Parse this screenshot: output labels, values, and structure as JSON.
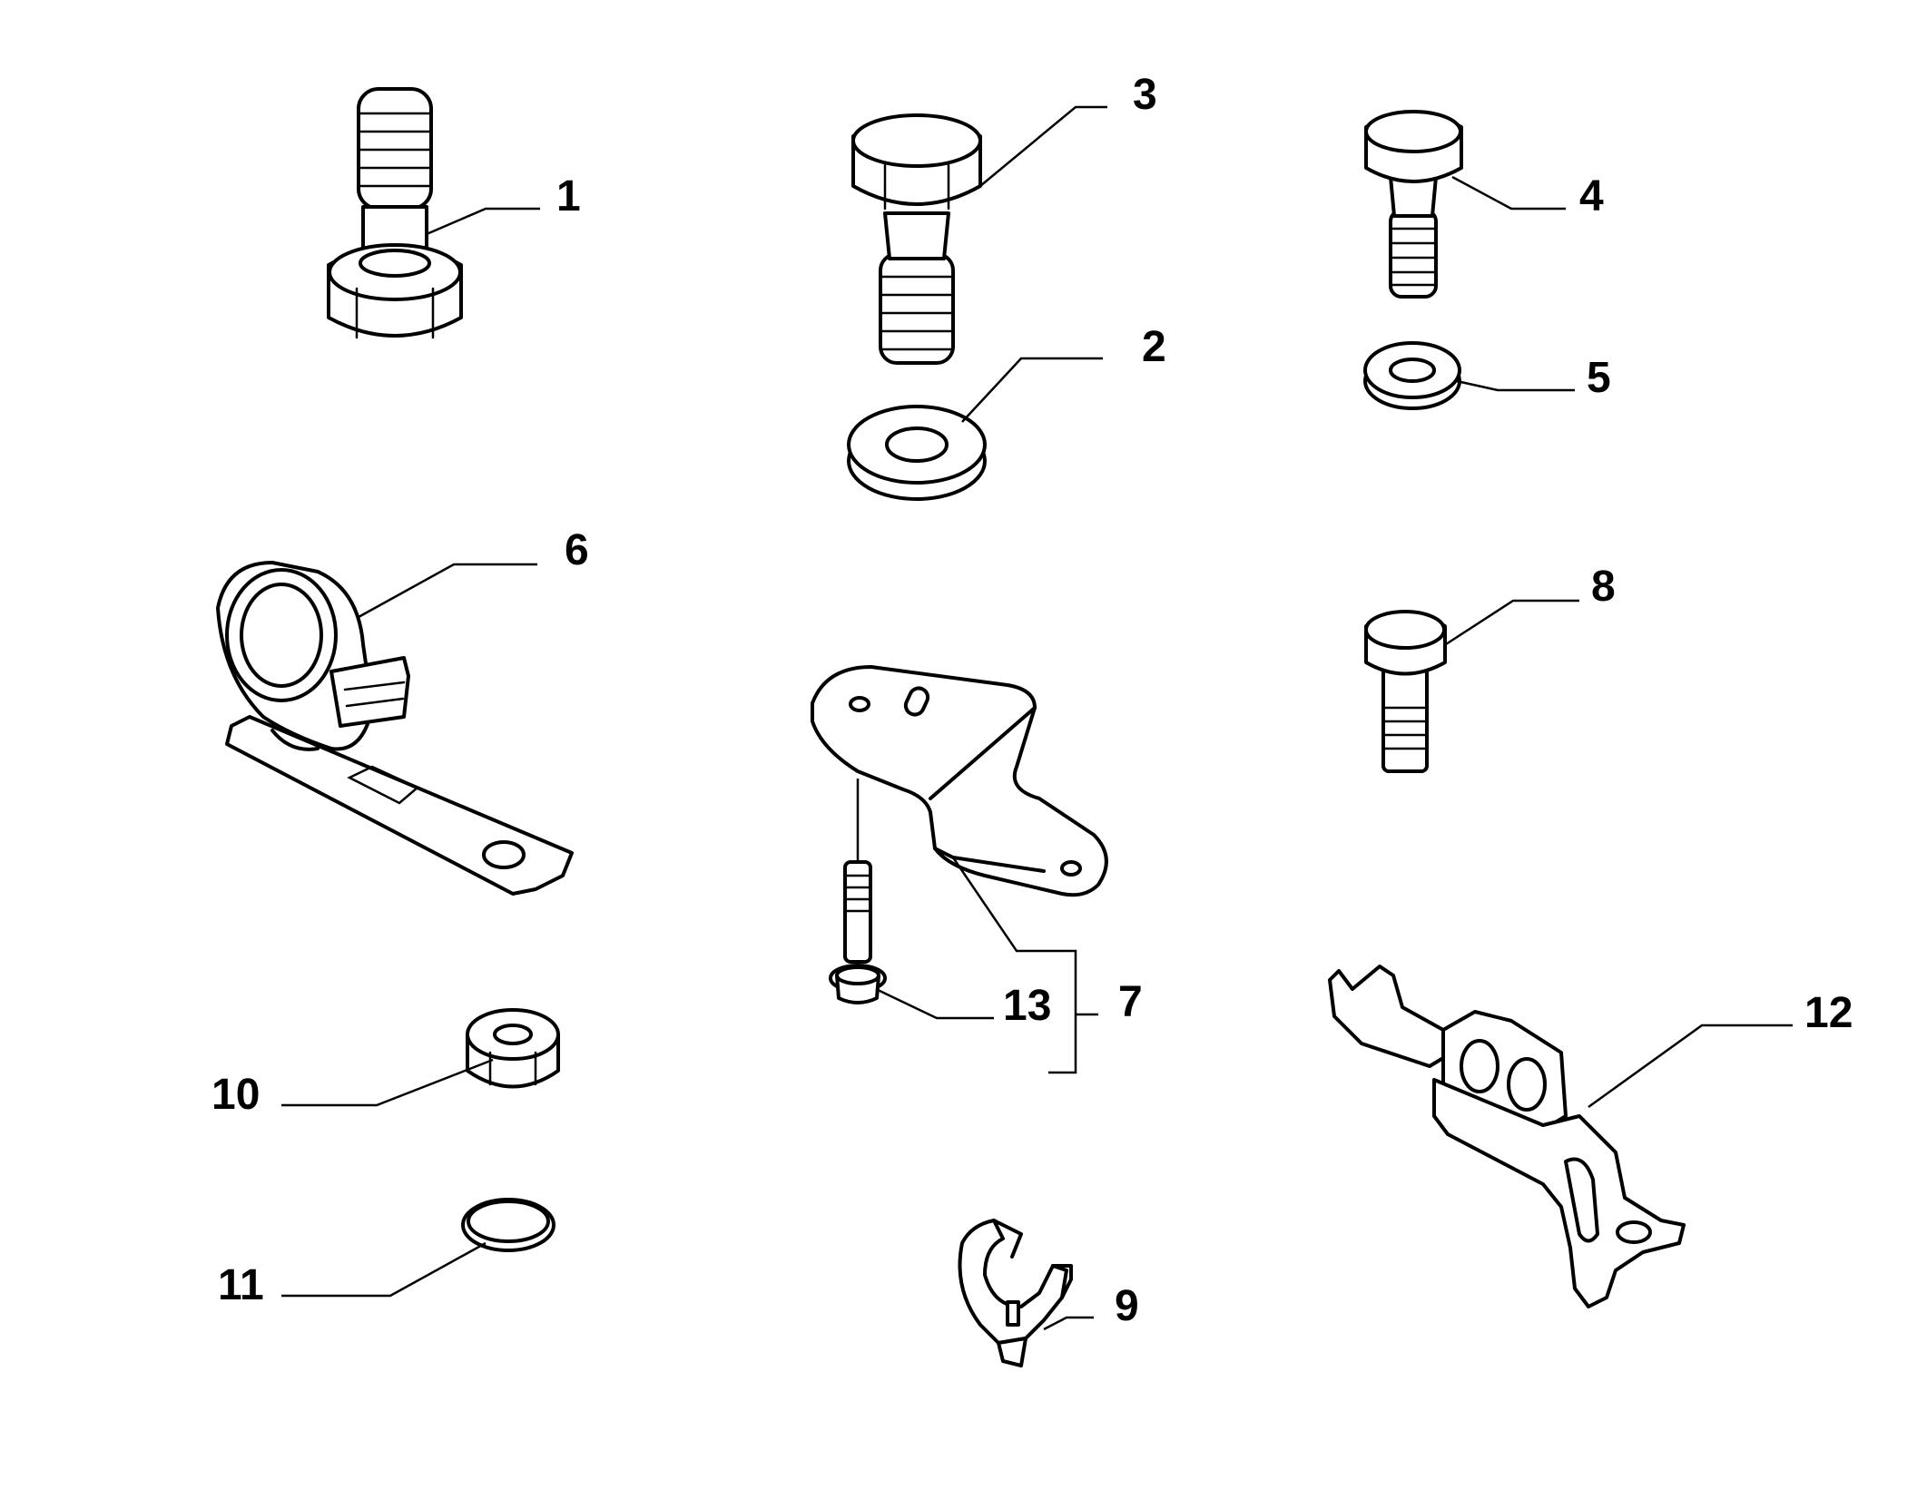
{
  "diagram": {
    "callouts": [
      {
        "part": "bolt-flanged-threaded-head",
        "label": "1"
      },
      {
        "part": "washer-large",
        "label": "2"
      },
      {
        "part": "hex-bolt-large",
        "label": "3"
      },
      {
        "part": "hex-bolt-small",
        "label": "4"
      },
      {
        "part": "washer-small",
        "label": "5"
      },
      {
        "part": "pipe-clamp-bracket",
        "label": "6"
      },
      {
        "part": "bracket-assembly",
        "label": "7"
      },
      {
        "part": "hex-bolt",
        "label": "8"
      },
      {
        "part": "pipe-clip",
        "label": "9"
      },
      {
        "part": "hex-nut",
        "label": "10"
      },
      {
        "part": "seal-ring",
        "label": "11"
      },
      {
        "part": "double-pipe-clip-bracket",
        "label": "12"
      },
      {
        "part": "flange-screw",
        "label": "13"
      }
    ]
  }
}
